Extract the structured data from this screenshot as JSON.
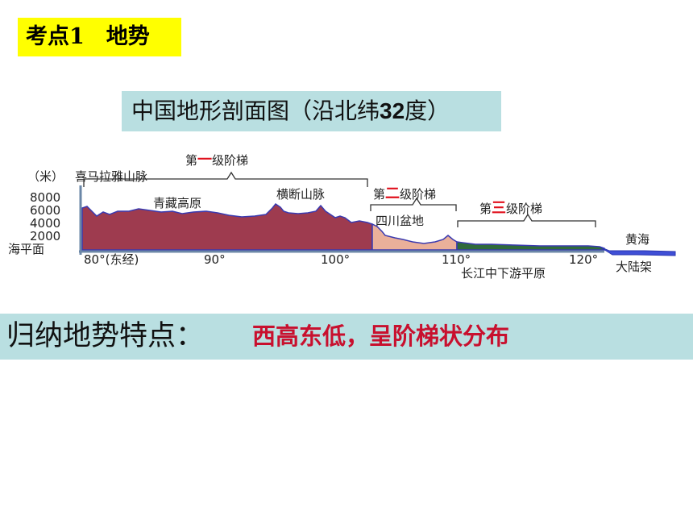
{
  "badge": {
    "text": "考点1　地势"
  },
  "subtitle": {
    "prefix": "中国地形剖面图（沿北纬",
    "number": "32",
    "suffix": "度）"
  },
  "diagram": {
    "unit_label": "（米）",
    "y_ticks": [
      "8000",
      "6000",
      "4000",
      "2000"
    ],
    "sea_level_label": "海平面",
    "x_ticks": [
      "80°(东经)",
      "90°",
      "100°",
      "110°",
      "120°"
    ],
    "regions": {
      "himalaya": "喜马拉雅山脉",
      "qingzang": "青藏高原",
      "hengduan": "横断山脉",
      "sichuan": "四川盆地",
      "changjiang": "长江中下游平原",
      "huanghai": "黄海",
      "shelf": "大陆架"
    },
    "steps": [
      {
        "prefix": "第",
        "num": "一",
        "suffix": "级阶梯"
      },
      {
        "prefix": "第",
        "num": "二",
        "suffix": "级阶梯"
      },
      {
        "prefix": "第",
        "num": "三",
        "suffix": "级阶梯"
      }
    ]
  },
  "summary": {
    "label": "归纳地势特点：",
    "value": "西高东低，呈阶梯状分布"
  }
}
